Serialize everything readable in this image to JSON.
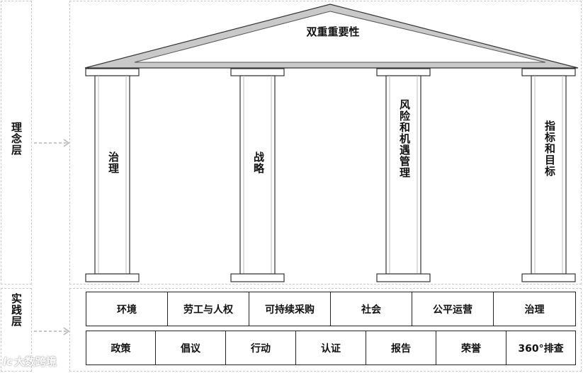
{
  "layers": {
    "concept_label": "理念层",
    "practice_label": "实践层"
  },
  "temple": {
    "roof_title": "双重重要性",
    "pillars": [
      {
        "label": "治理"
      },
      {
        "label": "战略"
      },
      {
        "label": "风险和机遇管理"
      },
      {
        "label": "指标和目标"
      }
    ]
  },
  "practice": {
    "row1": [
      "环境",
      "劳工与人权",
      "可持续采购",
      "社会",
      "公平运营",
      "治理"
    ],
    "row2": [
      "政策",
      "倡议",
      "行动",
      "认证",
      "报告",
      "荣誉",
      "360°排查"
    ]
  },
  "watermark": {
    "text": "大数跨境",
    "logo_letters": "lc"
  }
}
